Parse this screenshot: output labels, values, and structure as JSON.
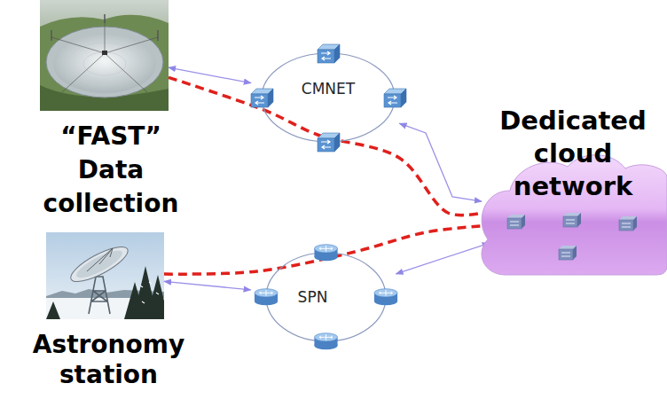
{
  "diagram": {
    "nodes": [
      {
        "text": [
          "“FAST” Data collection"
        ]
      },
      {
        "text": [
          "CMNET"
        ]
      },
      {
        "text": [
          "Dedicated cloud network"
        ]
      },
      {
        "text": [
          "Astronomy station"
        ]
      },
      {
        "text": [
          "SPN"
        ]
      }
    ],
    "edges": [
      {
        "from": 0,
        "to": 1,
        "arrow": "both"
      },
      {
        "from": 1,
        "to": 2,
        "arrow": "both"
      },
      {
        "from": 3,
        "to": 4,
        "arrow": "both"
      },
      {
        "from": 4,
        "to": 2,
        "arrow": "both"
      },
      {
        "from": 0,
        "to": 2,
        "arrow": "none"
      },
      {
        "from": 3,
        "to": 2,
        "arrow": "none"
      }
    ]
  }
}
